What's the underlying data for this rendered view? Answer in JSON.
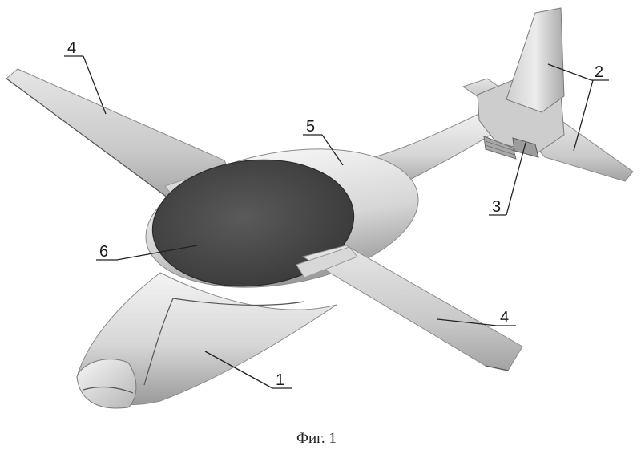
{
  "figure": {
    "caption": "Фиг. 1",
    "callouts": [
      {
        "label": "1",
        "part": "fuselage"
      },
      {
        "label": "2",
        "part": "tail-surfaces"
      },
      {
        "label": "3",
        "part": "tail-propulsion-unit"
      },
      {
        "label": "4",
        "part": "wing"
      },
      {
        "label": "5",
        "part": "rotor-housing"
      },
      {
        "label": "6",
        "part": "lift-fan-disc"
      }
    ]
  }
}
